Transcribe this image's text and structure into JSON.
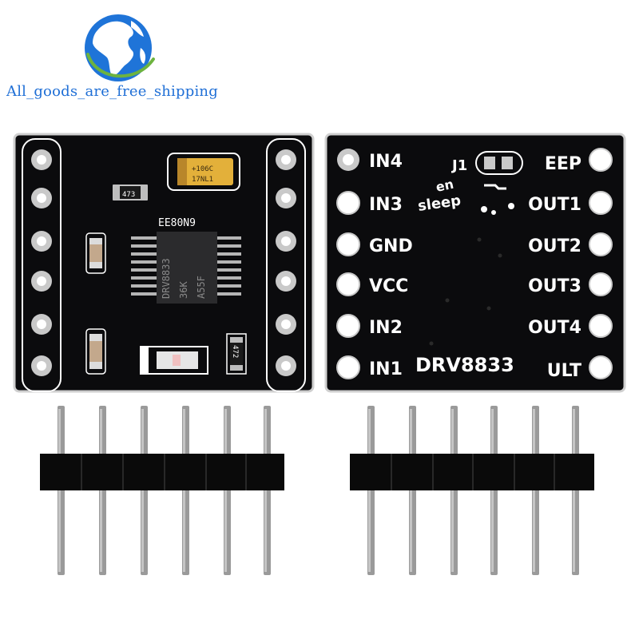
{
  "watermark": {
    "text": "All_goods_are_free_shipping",
    "color": "#1f6fd6"
  },
  "colors": {
    "pcb": "#0b0b0d",
    "silk": "#ffffff",
    "pad": "#c9c9c9",
    "pin": "#9a9a9a",
    "header_plastic": "#0a0a0a"
  },
  "front_board": {
    "chip_marking": [
      "DRV8833",
      "36K",
      "A55F"
    ],
    "chip_top_marking": "EE80N9",
    "resistor_top": "473",
    "resistor_right": "472",
    "capacitor": [
      "+106C",
      "17NL1"
    ]
  },
  "back_board": {
    "left_pins": [
      "IN4",
      "IN3",
      "GND",
      "VCC",
      "IN2",
      "IN1"
    ],
    "right_pins": [
      "EEP",
      "OUT1",
      "OUT2",
      "OUT3",
      "OUT4",
      "ULT"
    ],
    "jumper_label": "J1",
    "jumper_text_1": "en",
    "jumper_text_2": "sleep",
    "title": "DRV8833"
  },
  "headers": {
    "pin_count_each": 6
  }
}
